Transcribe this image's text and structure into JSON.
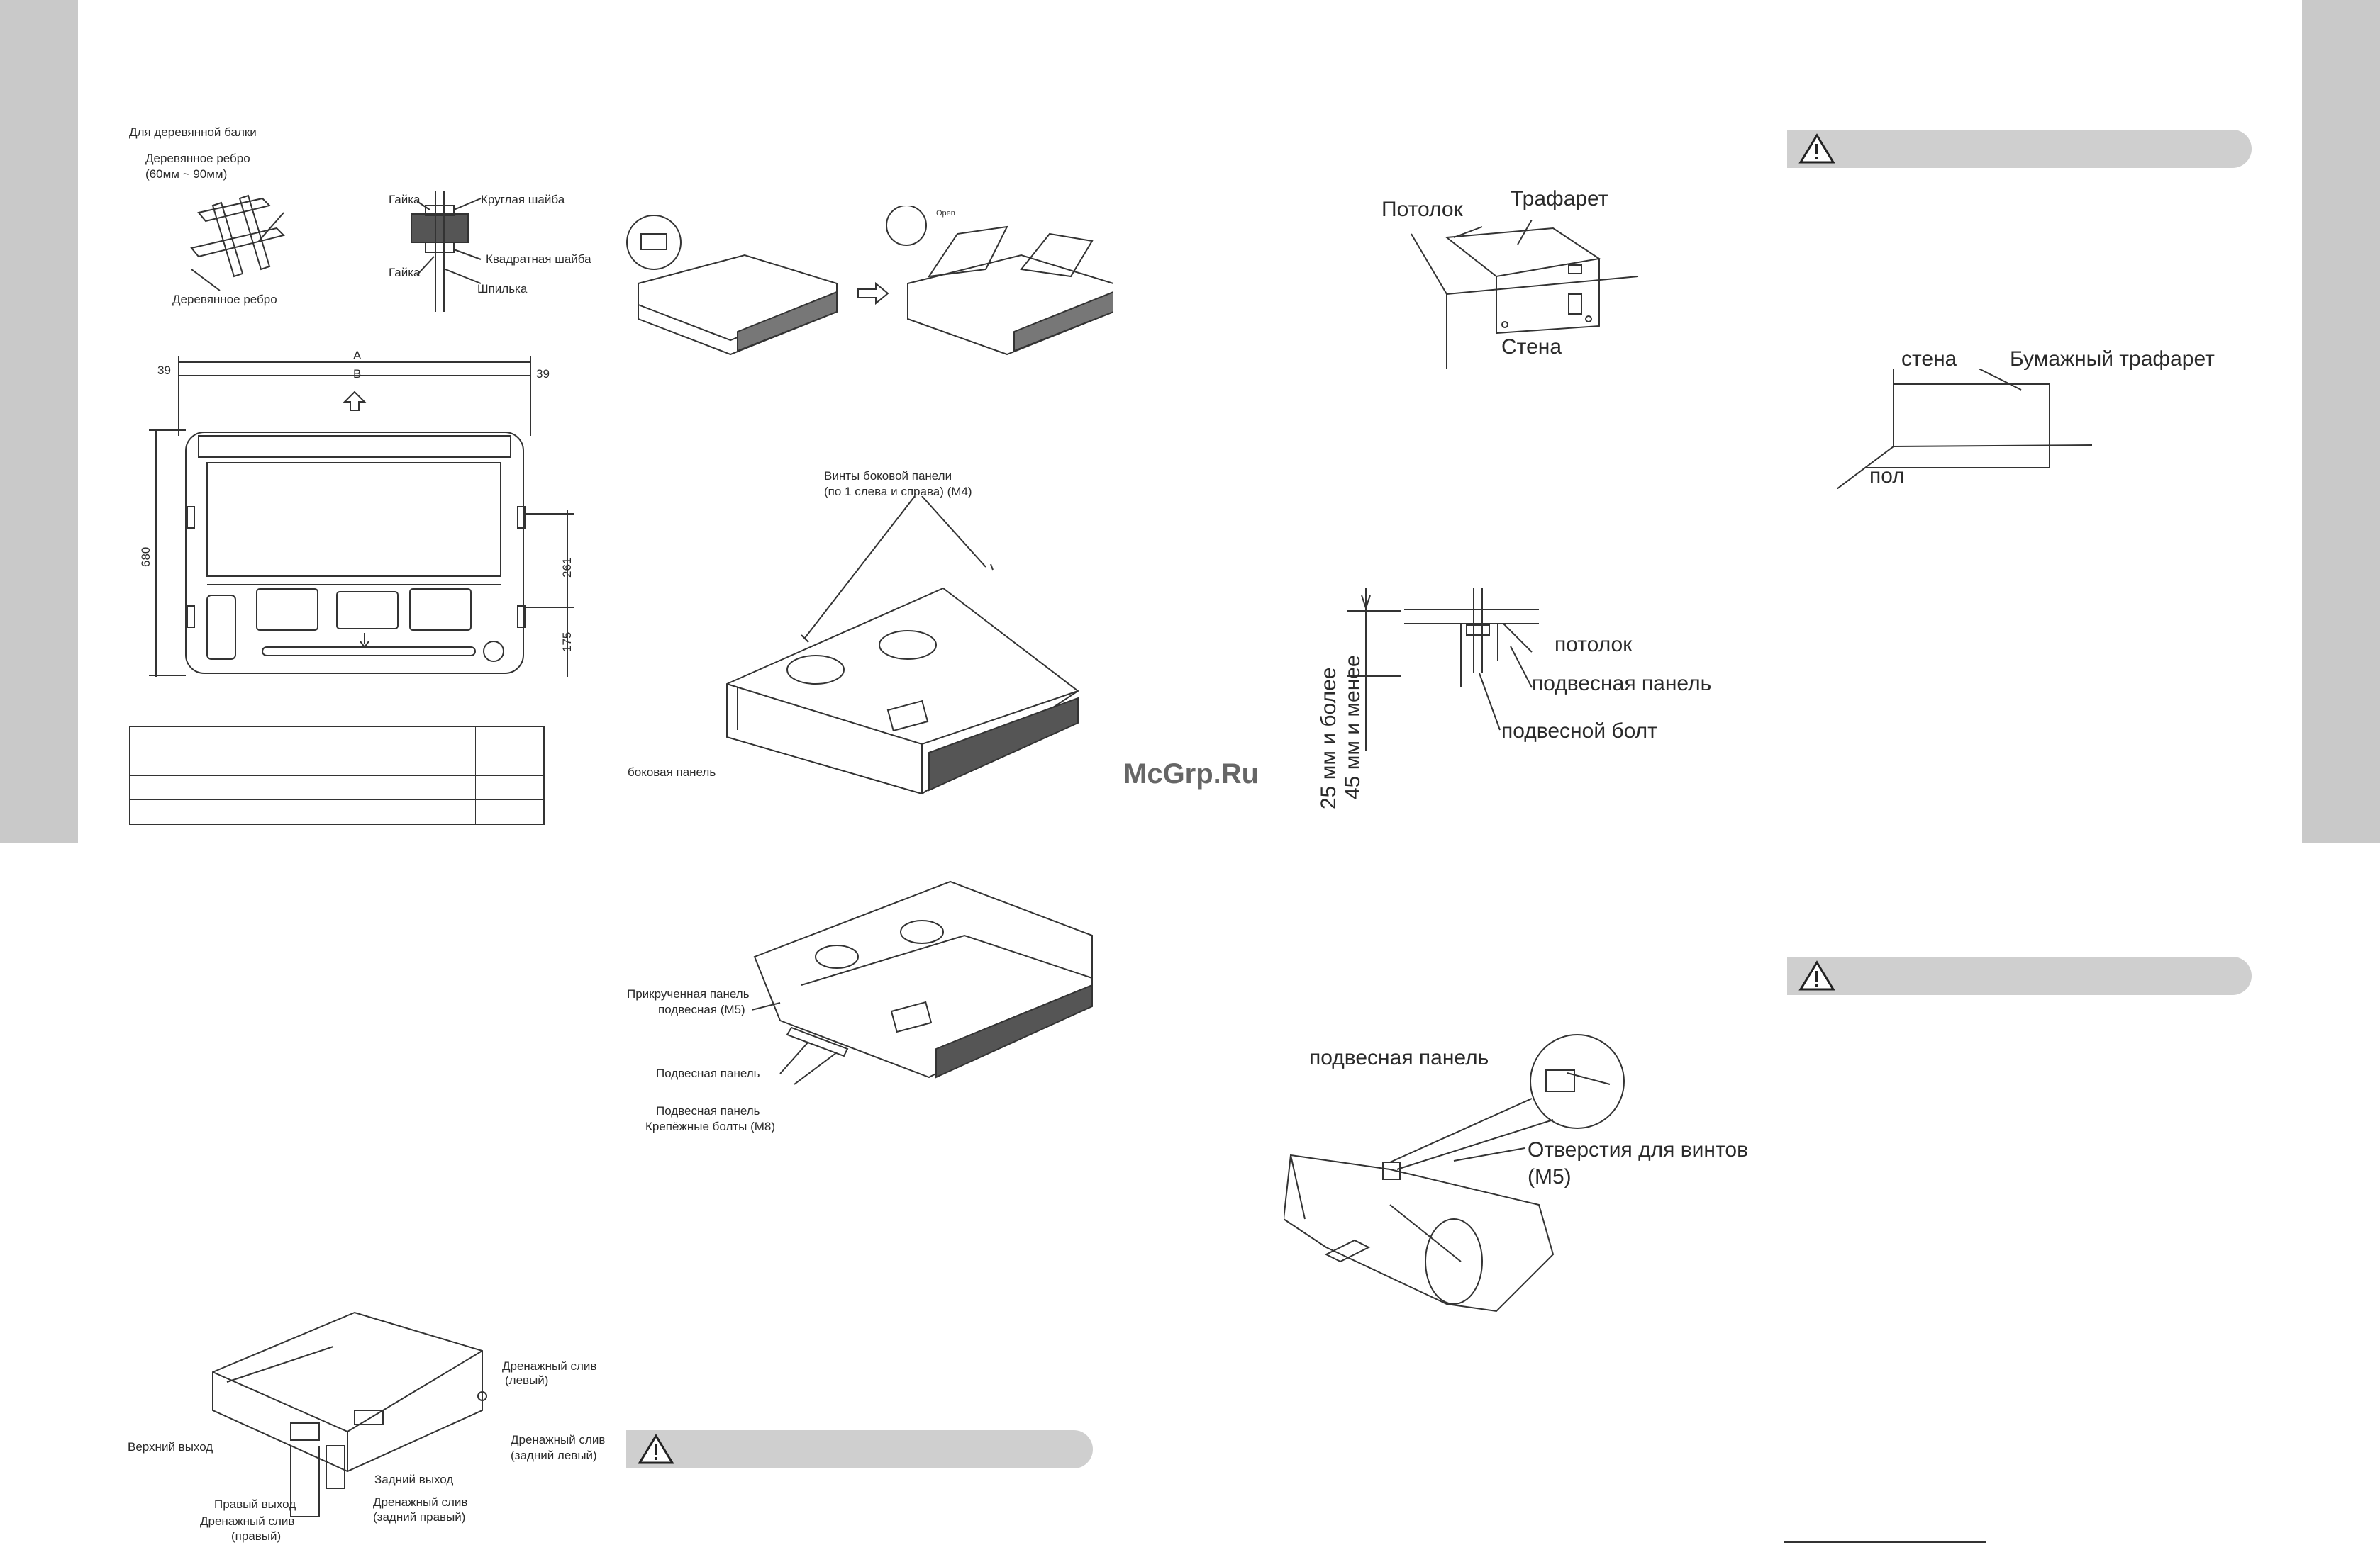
{
  "page": {
    "watermark": "McGrp.Ru"
  },
  "left": {
    "wood": {
      "title": "Для деревянной балки",
      "rib_top": "Деревянное ребро",
      "rib_size": "(60мм ~ 90мм)",
      "rib_bottom": "Деревянное ребро"
    },
    "bolt": {
      "nut_top": "Гайка",
      "nut_bottom": "Гайка",
      "round_washer": "Круглая шайба",
      "square_washer": "Квадратная шайба",
      "stud": "Шпилька"
    },
    "dims": {
      "a": "A",
      "b": "B",
      "left_39": "39",
      "right_39": "39",
      "height": "680",
      "d261": "261",
      "d175": "175"
    },
    "bottom_unit": {
      "drain_left": "Дренажный слив",
      "drain_left_2": "(левый)",
      "drain_back_left": "Дренажный слив",
      "drain_back_left_2": "(задний левый)",
      "top_outlet": "Верхний выход",
      "rear_outlet": "Задний выход",
      "right_outlet": "Правый выход",
      "drain_back_right": "Дренажный слив",
      "drain_back_right_2": "(задний правый)",
      "drain_right": "Дренажный слив",
      "drain_right_2": "(правый)"
    }
  },
  "middle": {
    "screws_title": "Винты боковой панели",
    "screws_sub": "(по 1 слева и справа) (M4)",
    "side_panel": "боковая панель",
    "fixed_panel": "Прикрученная панель",
    "hanging_m5": "подвесная (M5)",
    "hanging_panel": "Подвесная панель",
    "hanging_panel_2": "Подвесная панель",
    "fix_bolts": "Крепёжные болты (M8)",
    "open_tag": "Open"
  },
  "right": {
    "ceiling": "Потолок",
    "template": "Трафарет",
    "wall": "Стена",
    "wall_small": "стена",
    "paper_template": "Бумажный трафарет",
    "floor": "пол",
    "ceiling_small": "потолок",
    "hang_panel": "подвесная панель",
    "hang_bolt": "подвесной болт",
    "gap_min": "25 мм и более",
    "gap_max": "45 мм и менее",
    "hang_panel_2": "подвесная панель",
    "screw_holes": "Отверстия для винтов",
    "screw_holes_2": "(M5)"
  }
}
